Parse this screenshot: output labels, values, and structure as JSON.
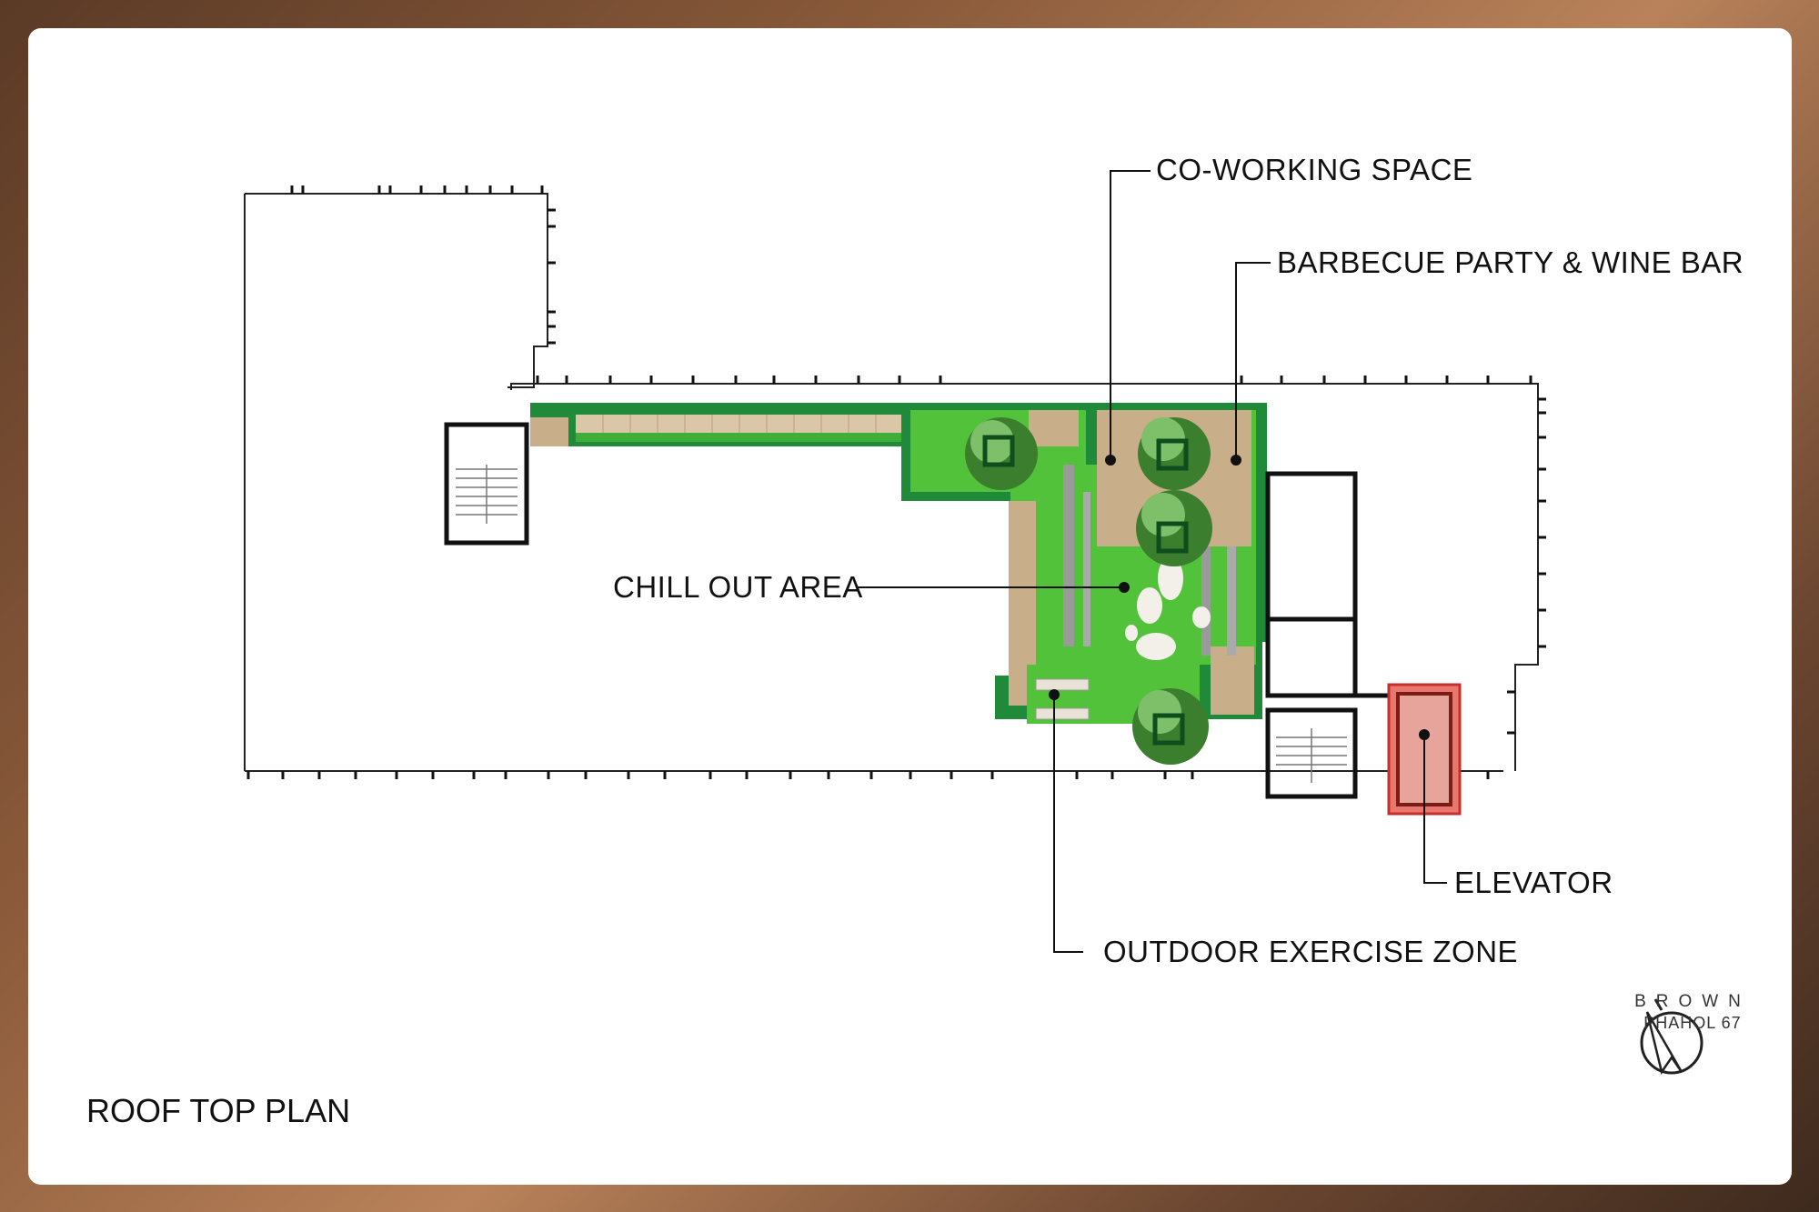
{
  "title": "ROOF TOP PLAN",
  "callouts": {
    "coworking": "CO-WORKING SPACE",
    "barbecue": "BARBECUE PARTY & WINE BAR",
    "chillout": "CHILL OUT AREA",
    "elevator": "ELEVATOR",
    "exercise": "OUTDOOR EXERCISE ZONE"
  },
  "brand": {
    "name": "BROWN",
    "subtitle": "PHAHOL   67"
  },
  "colors": {
    "background_brown": "#8a5a3a",
    "lawn_green": "#52c23a",
    "border_green": "#1f8a3a",
    "deck_tan": "#c9ae8a",
    "elevator_red": "#e06a5e",
    "wall_black": "#111111"
  }
}
